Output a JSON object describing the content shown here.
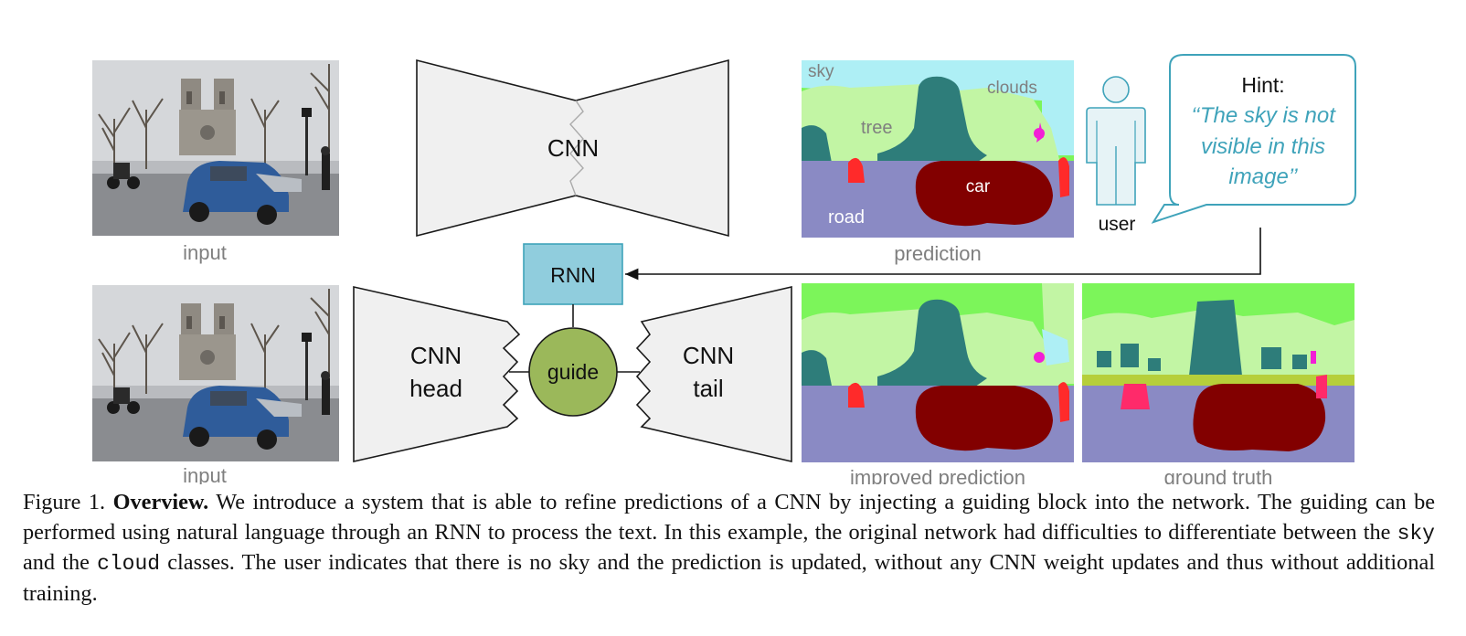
{
  "figure": {
    "input_label_top": "input",
    "input_label_bottom": "input",
    "cnn_label": "CNN",
    "cnn_head_line1": "CNN",
    "cnn_head_line2": "head",
    "cnn_tail_line1": "CNN",
    "cnn_tail_line2": "tail",
    "rnn_label": "RNN",
    "guide_label": "guide",
    "prediction_label": "prediction",
    "improved_prediction_label": "improved prediction",
    "ground_truth_label": "ground truth",
    "user_label": "user",
    "hint_title": "Hint:",
    "hint_line1": "‘‘The sky is not",
    "hint_line2": "visible in this",
    "hint_line3": "image’’",
    "seg_labels": {
      "sky": "sky",
      "clouds": "clouds",
      "tree": "tree",
      "car": "car",
      "road": "road"
    },
    "colors": {
      "rnn_fill": "#90CDDD",
      "guide_fill": "#9BB85A",
      "hint_accent": "#3FA3BA",
      "cnn_fill": "#F0F0F0",
      "seg_sky": "#AEEFF5",
      "seg_tree": "#C2F5A4",
      "seg_bright_green": "#7CF55A",
      "seg_teal": "#2E7D7A",
      "seg_car": "#820000",
      "seg_road": "#8A8AC4",
      "seg_person": "#FF2A2A",
      "seg_magenta": "#F21FD6"
    }
  },
  "caption": {
    "figure_number": "Figure 1.",
    "title": "Overview.",
    "text_1": "We introduce a system that is able to refine predictions of a CNN by injecting a guiding block into the network. The guiding can be performed using natural language through an RNN to process the text. In this example, the original network had difficulties to differentiate between the",
    "code_sky": "sky",
    "text_2": "and the",
    "code_cloud": "cloud",
    "text_3": "classes. The user indicates that there is no sky and the prediction is updated, without any CNN weight updates and thus without additional training."
  }
}
